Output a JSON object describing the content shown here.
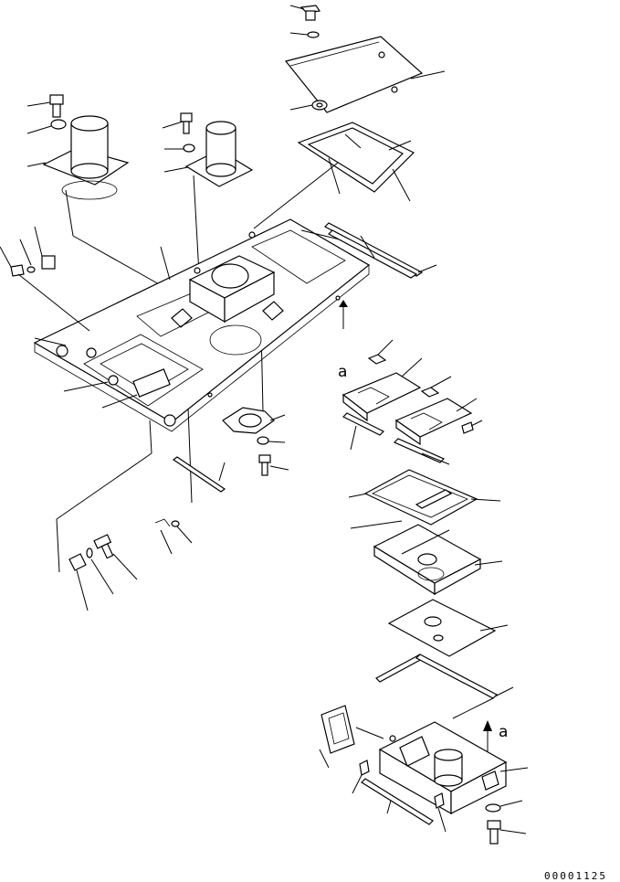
{
  "diagram": {
    "view_arrow_labels": [
      "a",
      "a"
    ],
    "drawing_code": "00001125"
  }
}
